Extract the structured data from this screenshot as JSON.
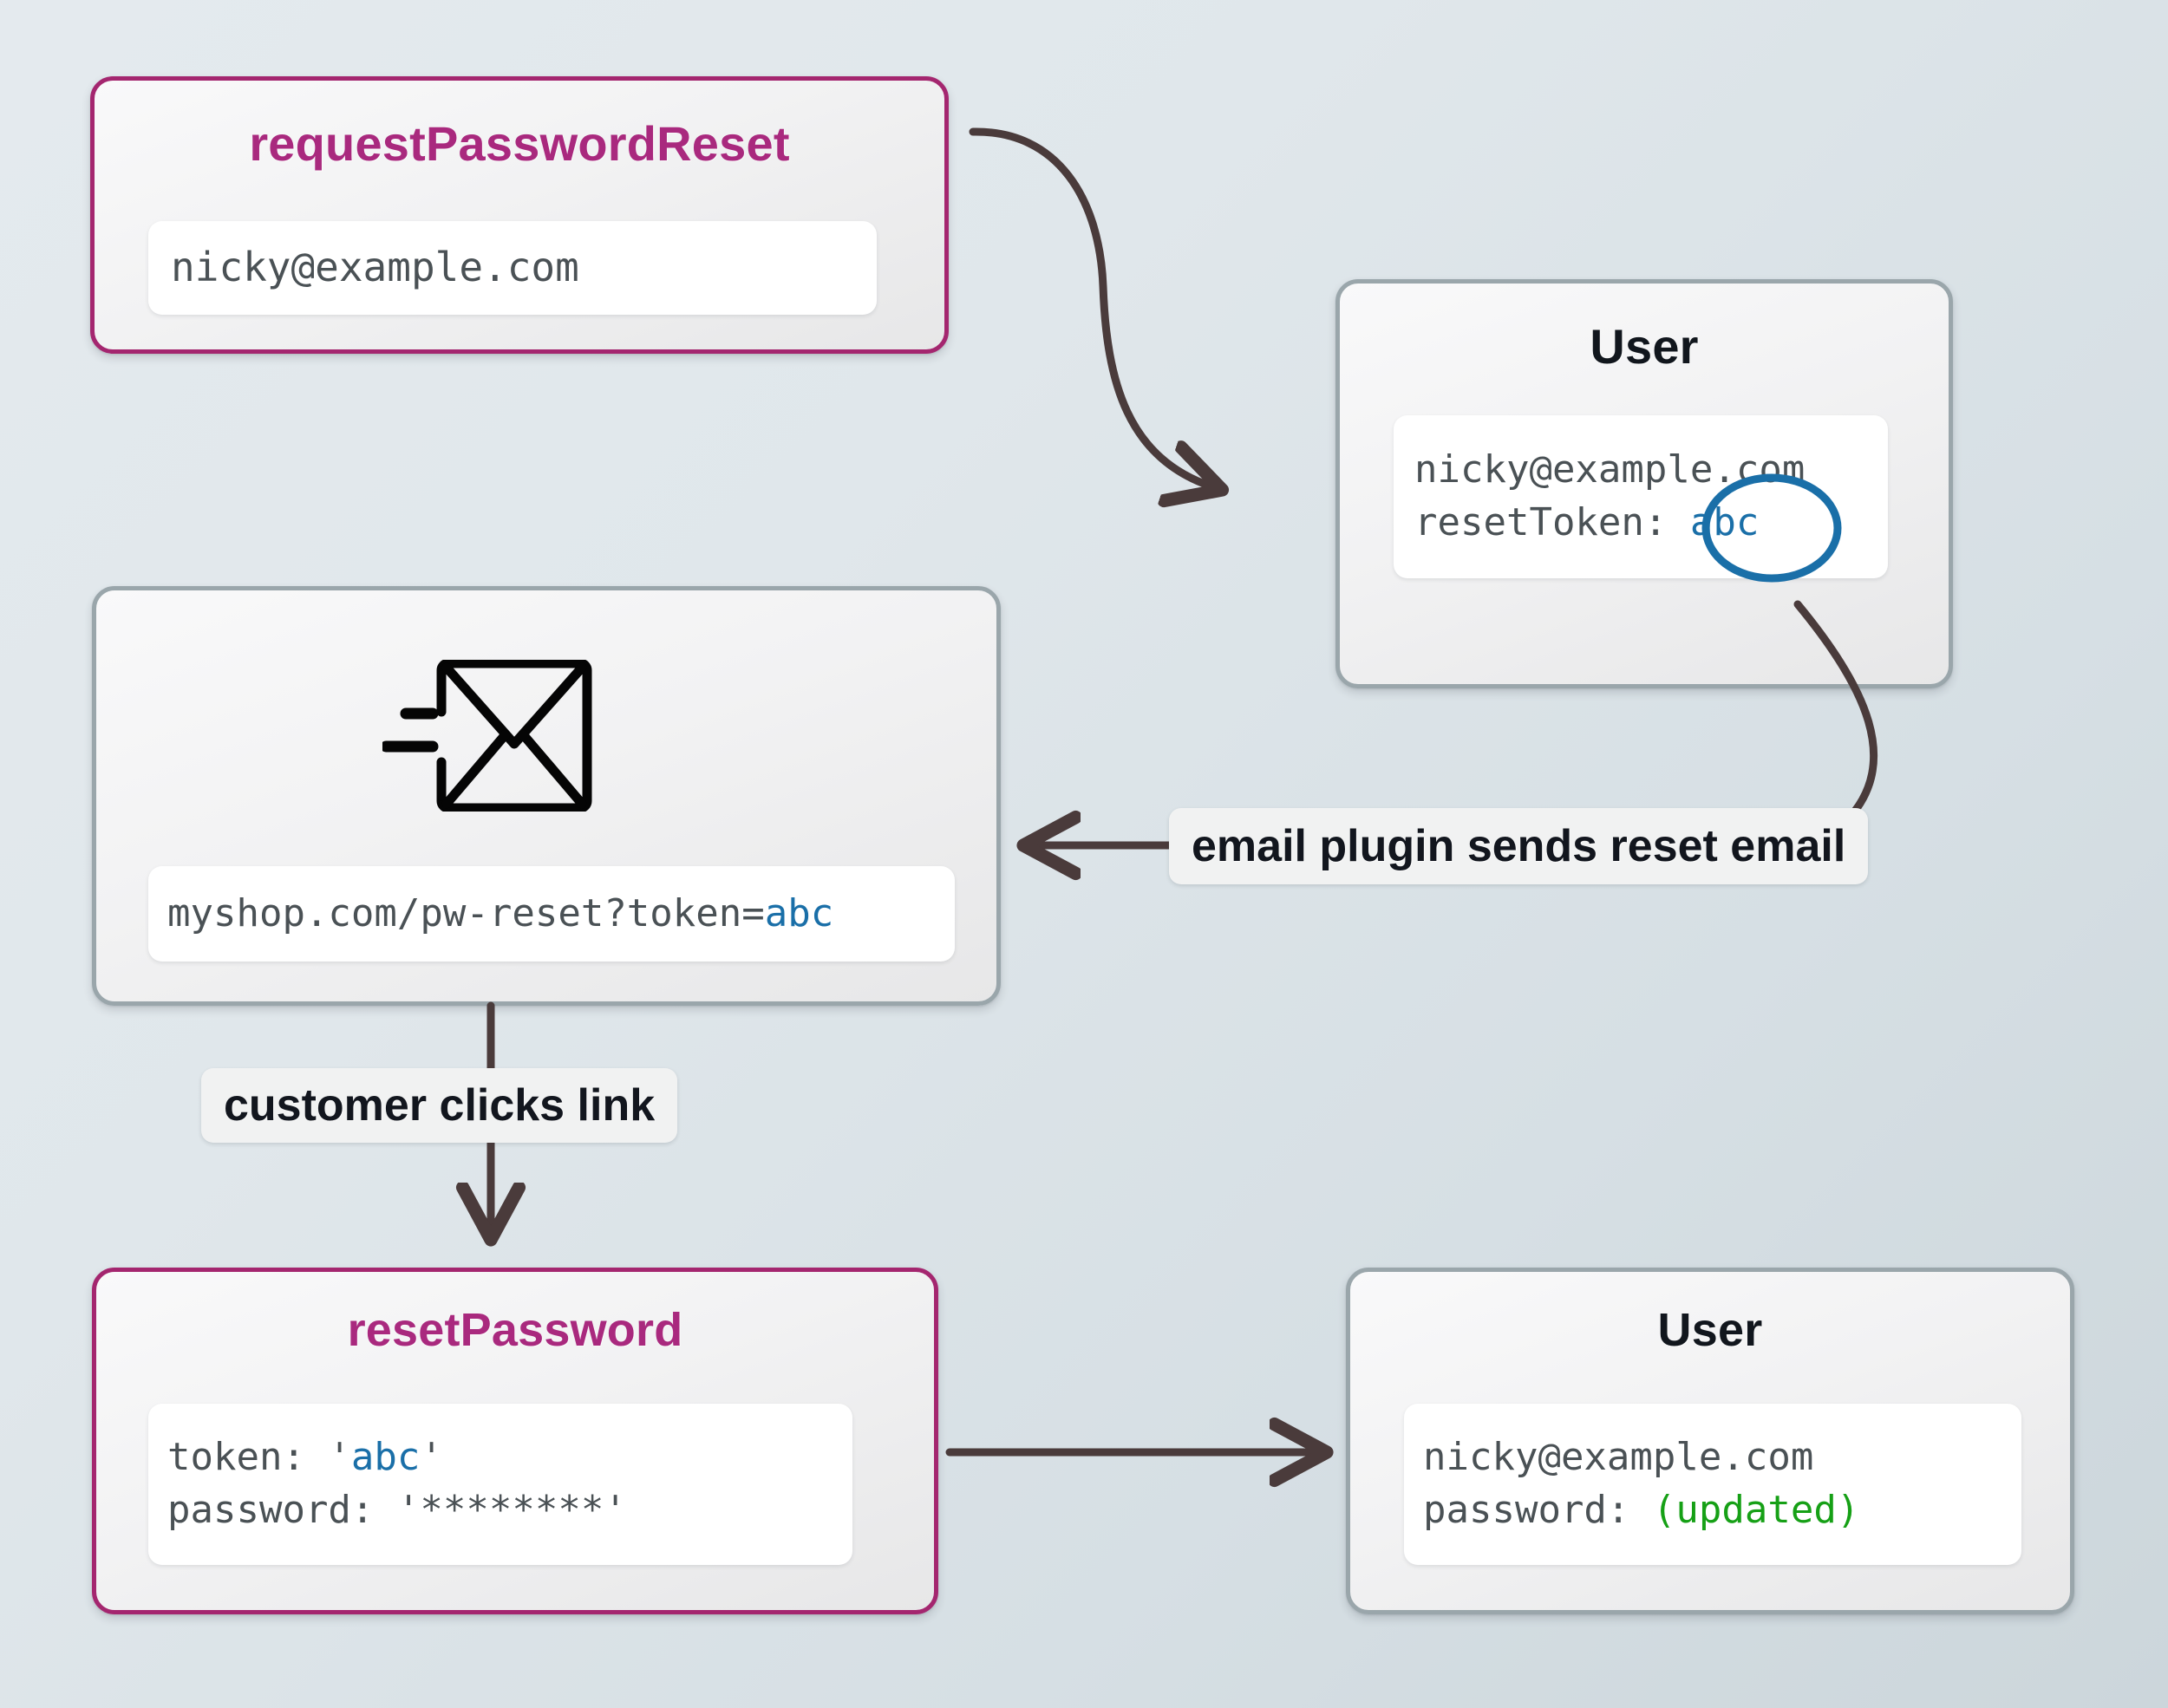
{
  "theme": {
    "bg_top_left": "#e4eaee",
    "bg_bottom_right": "#ccd6db",
    "accent_magenta": "#a9297e",
    "node_border_grey": "#9aa6ab",
    "edge_color": "#4a3b3b",
    "token_blue": "#1a6fa8",
    "updated_green": "#16a016",
    "mono_text": "#4a5155"
  },
  "nodes": {
    "request_password_reset": {
      "title": "requestPasswordReset",
      "lines": [
        {
          "text": "nicky@example.com"
        }
      ]
    },
    "user_with_token": {
      "title": "User",
      "lines": [
        {
          "text": "nicky@example.com"
        },
        {
          "label": "resetToken:",
          "value": "abc",
          "value_color": "token-blue",
          "circled": true
        }
      ]
    },
    "email_message": {
      "icon": "send-email-icon",
      "lines": [
        {
          "prefix": "myshop.com/pw-reset?token=",
          "value": "abc",
          "value_color": "token-blue"
        }
      ]
    },
    "reset_password": {
      "title": "resetPassword",
      "lines": [
        {
          "prefix": "token: '",
          "value": "abc",
          "suffix": "'",
          "value_color": "token-blue"
        },
        {
          "text": "password: '********'"
        }
      ]
    },
    "user_updated": {
      "title": "User",
      "lines": [
        {
          "text": "nicky@example.com"
        },
        {
          "prefix": "password: ",
          "value": "(updated)",
          "value_color": "updated-green"
        }
      ]
    }
  },
  "edge_labels": {
    "email_plugin": "email plugin sends reset email",
    "customer_clicks": "customer clicks link"
  },
  "flat": {
    "rpr_title": "requestPasswordReset",
    "rpr_email": "nicky@example.com",
    "user1_title": "User",
    "user1_email": "nicky@example.com",
    "user1_token_label": "resetToken:",
    "user1_token_value": "abc",
    "mail_url_prefix": "myshop.com/pw-reset?token=",
    "mail_url_token": "abc",
    "label_email_plugin": "email plugin sends reset email",
    "label_customer_clicks": "customer clicks link",
    "rp_title": "resetPassword",
    "rp_token_prefix": "token: '",
    "rp_token_value": "abc",
    "rp_token_suffix": "'",
    "rp_password_line": "password: '********'",
    "user2_title": "User",
    "user2_email": "nicky@example.com",
    "user2_password_prefix": "password: ",
    "user2_password_value": "(updated)"
  }
}
